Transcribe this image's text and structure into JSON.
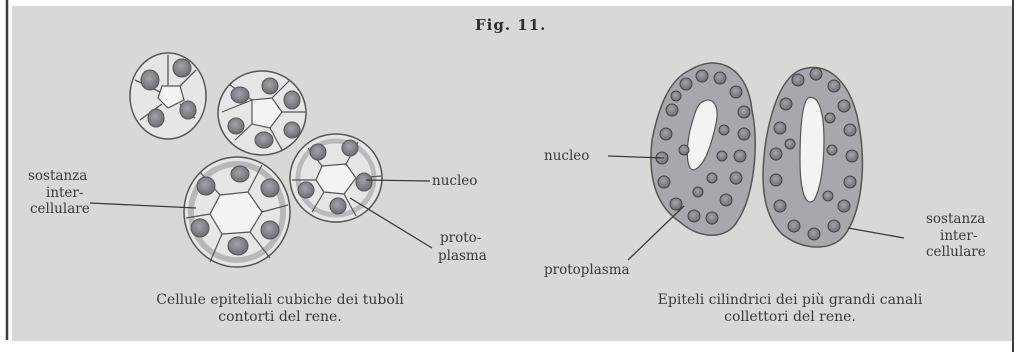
{
  "figure": {
    "title": "Fig. 11.",
    "colors": {
      "paper": "#d9d8d6",
      "ink": "#3a3a3a",
      "cell_fill": "#e7e5e6",
      "cytoplasm": "#b9b7bb",
      "nucleus": "#8f8c93"
    }
  },
  "left_panel": {
    "labels": {
      "substance": [
        "sostanza",
        "inter-",
        "cellulare"
      ],
      "nucleus": "nucleo",
      "protoplasm": [
        "proto-",
        "plasma"
      ]
    },
    "caption": [
      "Cellule epiteliali cubiche dei tuboli",
      "contorti del rene."
    ]
  },
  "right_panel": {
    "labels": {
      "nucleus": "nucleo",
      "protoplasm": "protoplasma",
      "substance": [
        "sostanza",
        "inter-",
        "cellulare"
      ]
    },
    "caption": [
      "Epiteli cilindrici dei più grandi canali",
      "collettori del rene."
    ]
  }
}
